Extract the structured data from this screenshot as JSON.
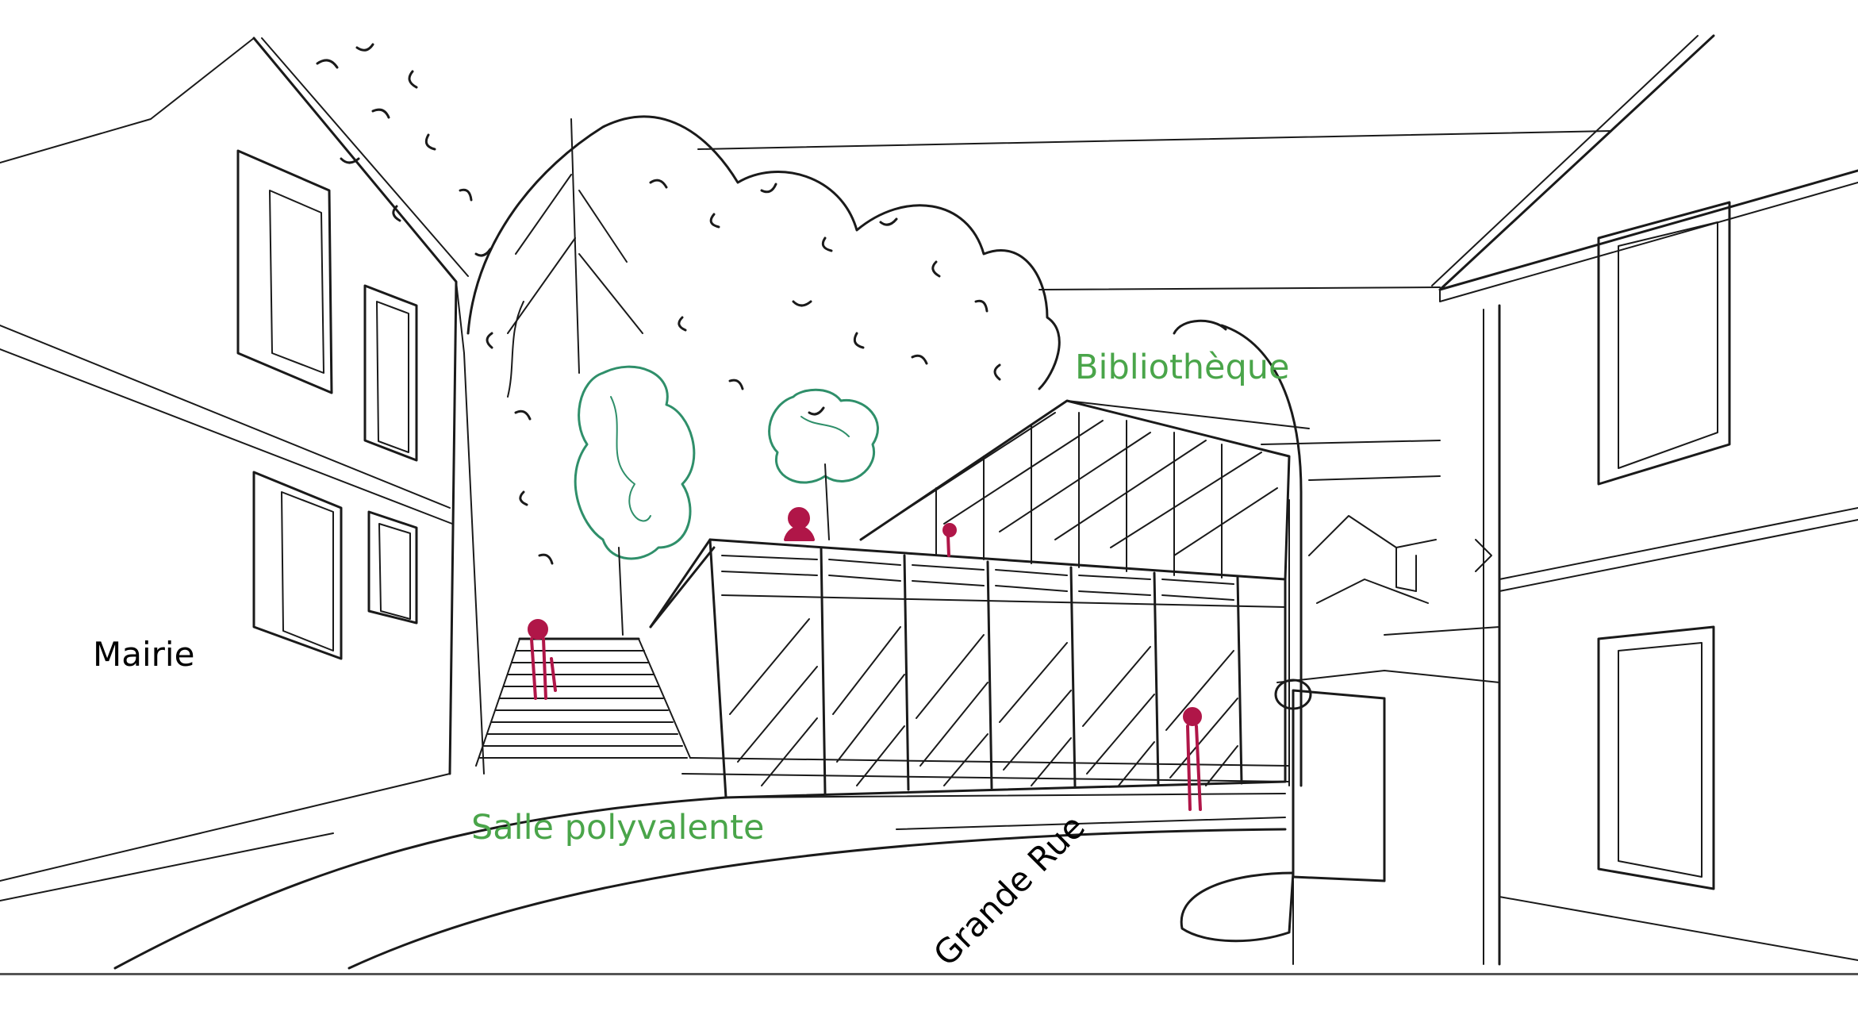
{
  "labels": {
    "mairie": "Mairie",
    "bibliotheque": "Bibliothèque",
    "salle_polyvalente": "Salle polyvalente",
    "grande_rue": "Grande Rue"
  },
  "colors": {
    "ink": "#1a1a1a",
    "label_green": "#4aa54a",
    "tree_green": "#2f8f6a",
    "figure_red": "#b01648"
  }
}
